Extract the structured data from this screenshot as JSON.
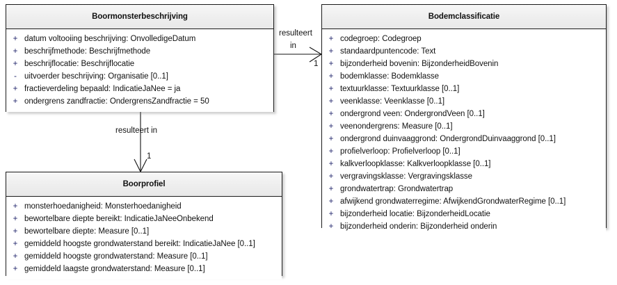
{
  "diagram": {
    "type": "uml-class-diagram",
    "background": "#ffffff",
    "border_color": "#1a1a1a",
    "header_fill": "#eeeeee",
    "visibility_color": "#20246b"
  },
  "classes": [
    {
      "id": "boormonsterbeschrijving",
      "name": "Boormonsterbeschrijving",
      "attributes": [
        {
          "visibility": "+",
          "text": "datum voltooiing beschrijving: OnvolledigeDatum"
        },
        {
          "visibility": "+",
          "text": "beschrijfmethode: Beschrijfmethode"
        },
        {
          "visibility": "+",
          "text": "beschrijflocatie: Beschrijflocatie"
        },
        {
          "visibility": "-",
          "text": "uitvoerder beschrijving: Organisatie [0..1]"
        },
        {
          "visibility": "+",
          "text": "fractieverdeling bepaald: IndicatieJaNee = ja"
        },
        {
          "visibility": "+",
          "text": "ondergrens zandfractie: OndergrensZandfractie = 50"
        }
      ]
    },
    {
      "id": "bodemclassificatie",
      "name": "Bodemclassificatie",
      "attributes": [
        {
          "visibility": "+",
          "text": "codegroep: Codegroep"
        },
        {
          "visibility": "+",
          "text": "standaardpuntencode: Text"
        },
        {
          "visibility": "+",
          "text": "bijzonderheid bovenin: BijzonderheidBovenin"
        },
        {
          "visibility": "+",
          "text": "bodemklasse: Bodemklasse"
        },
        {
          "visibility": "+",
          "text": "textuurklasse: Textuurklasse [0..1]"
        },
        {
          "visibility": "+",
          "text": "veenklasse: Veenklasse [0..1]"
        },
        {
          "visibility": "+",
          "text": "ondergrond veen: OndergrondVeen [0..1]"
        },
        {
          "visibility": "+",
          "text": "veenondergrens: Measure [0..1]"
        },
        {
          "visibility": "+",
          "text": "ondergrond duinvaaggrond: OndergrondDuinvaaggrond [0..1]"
        },
        {
          "visibility": "+",
          "text": "profielverloop: Profielverloop [0..1]"
        },
        {
          "visibility": "+",
          "text": "kalkverloopklasse: Kalkverloopklasse [0..1]"
        },
        {
          "visibility": "+",
          "text": "vergravingsklasse: Vergravingsklasse"
        },
        {
          "visibility": "+",
          "text": "grondwatertrap: Grondwatertrap"
        },
        {
          "visibility": "+",
          "text": "afwijkend grondwaterregime: AfwijkendGrondwaterRegime [0..1]"
        },
        {
          "visibility": "+",
          "text": "bijzonderheid locatie: BijzonderheidLocatie"
        },
        {
          "visibility": "+",
          "text": "bijzonderheid onderin: Bijzonderheid onderin"
        }
      ]
    },
    {
      "id": "boorprofiel",
      "name": "Boorprofiel",
      "attributes": [
        {
          "visibility": "+",
          "text": "monsterhoedanigheid: Monsterhoedanigheid"
        },
        {
          "visibility": "+",
          "text": "bewortelbare diepte bereikt: IndicatieJaNeeOnbekend"
        },
        {
          "visibility": "+",
          "text": "bewortelbare diepte: Measure [0..1]"
        },
        {
          "visibility": "+",
          "text": "gemiddeld hoogste grondwaterstand bereikt: IndicatieJaNee [0..1]"
        },
        {
          "visibility": "+",
          "text": "gemiddeld hoogste grondwaterstand: Measure [0..1]"
        },
        {
          "visibility": "+",
          "text": "gemiddeld laagste grondwaterstand: Measure [0..1]"
        }
      ]
    }
  ],
  "connectors": [
    {
      "id": "boormonsterbeschrijving-to-bodemclassificatie",
      "source": "Boormonsterbeschrijving",
      "target": "Bodemclassificatie",
      "label_line1": "resulteert",
      "label_line2": "in",
      "target_multiplicity": "1",
      "arrow": "open-arrow",
      "direction": "horizontal"
    },
    {
      "id": "boormonsterbeschrijving-to-boorprofiel",
      "source": "Boormonsterbeschrijving",
      "target": "Boorprofiel",
      "label": "resulteert in",
      "target_multiplicity": "1",
      "arrow": "open-arrow",
      "direction": "vertical"
    }
  ]
}
